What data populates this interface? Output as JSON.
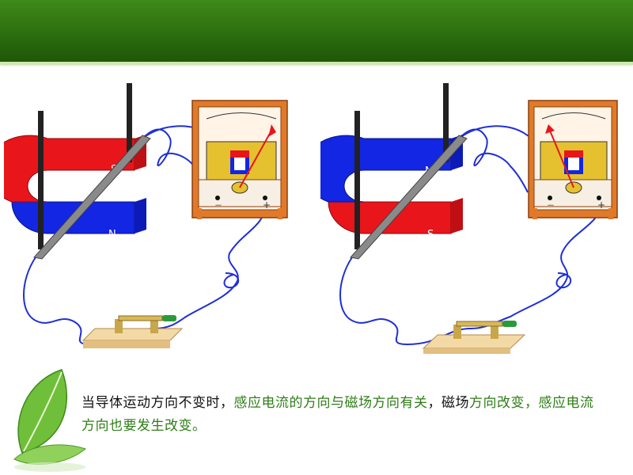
{
  "experiments": [
    {
      "id": "left",
      "magnet": {
        "top_pole": "S",
        "bottom_pole": "N",
        "top_color": "#e8151b",
        "bottom_color": "#1226e3"
      },
      "meter": {
        "neg_label": "－",
        "pos_label": "+",
        "needle": "right"
      }
    },
    {
      "id": "right",
      "magnet": {
        "top_pole": "N",
        "bottom_pole": "S",
        "top_color": "#1226e3",
        "bottom_color": "#e8151b"
      },
      "meter": {
        "neg_label": "－",
        "pos_label": "+",
        "needle": "left"
      }
    }
  ],
  "caption": {
    "part1": "当导体运动方向不变时，",
    "part2": "感应电流的方向与磁场方向有关",
    "part3": "，磁场",
    "part4": "方向改变，感应电流方向也要发生改变。"
  },
  "colors": {
    "banner": "#2c6e0e",
    "highlight": "#2e7d16",
    "wire": "#1f2fd6",
    "meter_frame": "#e07a2a",
    "switch_base": "#f3d9a6"
  }
}
